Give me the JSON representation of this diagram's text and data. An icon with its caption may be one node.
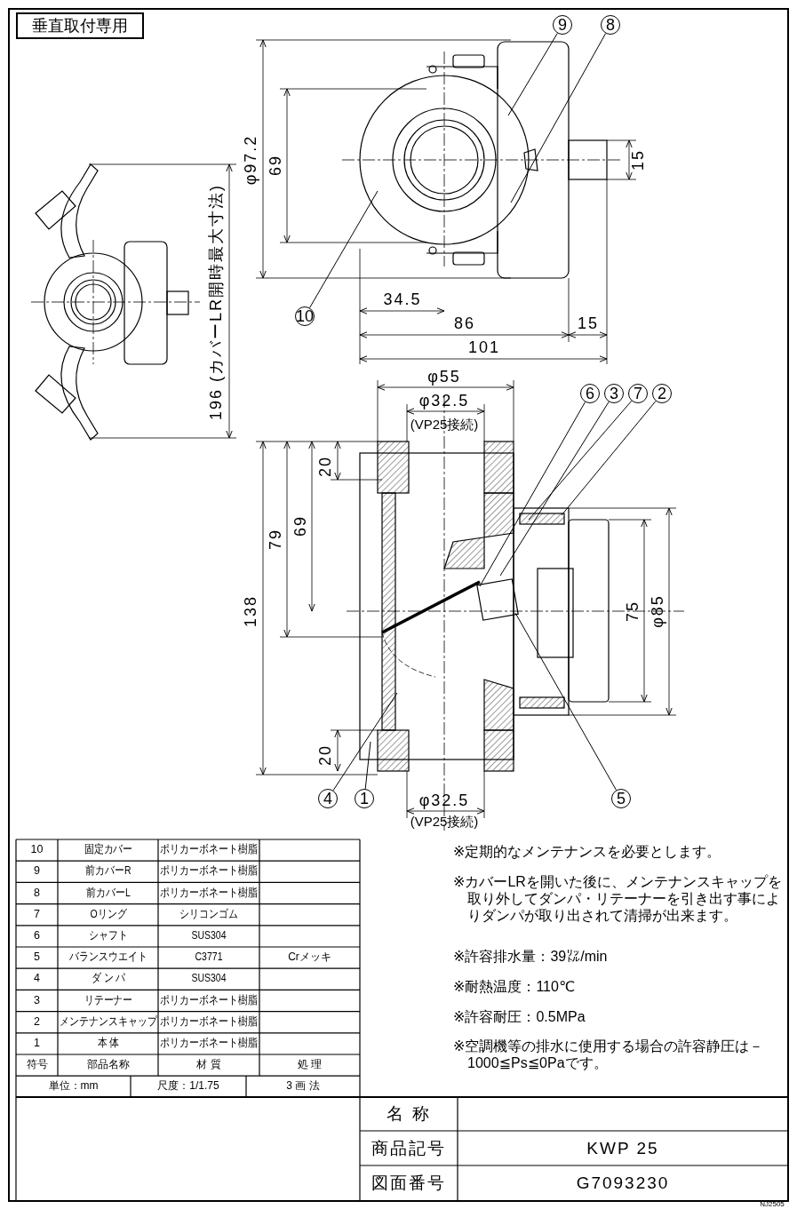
{
  "diagram": {
    "nodes": [
      {
        "text": [
          "垂直取付専用"
        ]
      },
      {
        "text": [
          "9"
        ]
      },
      {
        "text": [
          "8"
        ]
      },
      {
        "text": [
          "10"
        ]
      },
      {
        "text": [
          "6"
        ]
      },
      {
        "text": [
          "3"
        ]
      },
      {
        "text": [
          "7"
        ]
      },
      {
        "text": [
          "2"
        ]
      },
      {
        "text": [
          "4"
        ]
      },
      {
        "text": [
          "1"
        ]
      },
      {
        "text": [
          "5"
        ]
      }
    ],
    "edges": [
      {
        "from": 1,
        "to": null,
        "arrow": "none"
      },
      {
        "from": 2,
        "to": null,
        "arrow": "none"
      },
      {
        "from": 3,
        "to": null,
        "arrow": "none"
      },
      {
        "from": 4,
        "to": null,
        "arrow": "none"
      },
      {
        "from": 5,
        "to": null,
        "arrow": "none"
      },
      {
        "from": 6,
        "to": null,
        "arrow": "none"
      },
      {
        "from": 7,
        "to": null,
        "arrow": "none"
      },
      {
        "from": 8,
        "to": null,
        "arrow": "none"
      },
      {
        "from": 9,
        "to": null,
        "arrow": "none"
      },
      {
        "from": 10,
        "to": null,
        "arrow": "none"
      }
    ],
    "labels": [
      "φ97.2",
      "69",
      "15",
      "34.5",
      "86",
      "15",
      "101",
      "196 (カバーLR開時最大寸法)",
      "φ55",
      "φ32.5",
      "(VP25接続)",
      "20",
      "79",
      "69",
      "138",
      "75",
      "φ85",
      "20",
      "φ32.5",
      "(VP25接続)",
      "10",
      "固定カバー",
      "ポリカーボネート樹脂",
      "9",
      "前カバーR",
      "ポリカーボネート樹脂",
      "8",
      "前カバーL",
      "ポリカーボネート樹脂",
      "7",
      "Oリング",
      "シリコンゴム",
      "6",
      "シャフト",
      "SUS304",
      "5",
      "バランスウエイト",
      "C3771",
      "Crメッキ",
      "4",
      "ダ ン パ",
      "SUS304",
      "3",
      "リテーナー",
      "ポリカーボネート樹脂",
      "2",
      "メンテナンスキャップ",
      "ポリカーボネート樹脂",
      "1",
      "本 体",
      "ポリカーボネート樹脂",
      "符号",
      "部品名称",
      "材 質",
      "処 理",
      "単位：mm",
      "尺度：1/1.75",
      "3 画 法",
      "※定期的なメンテナンスを必要とします。",
      "※カバーLRを開いた後に、メンテナンスキャップを取り外してダンパ・リテーナーを引き出す事によりダンパが取り出されて清掃が出来ます。",
      "※許容排水量：39㍑/min",
      "※耐熱温度：110℃",
      "※許容耐圧：0.5MPa",
      "※空調機等の排水に使用する場合の許容静圧は－1000≦Ps≦0Paです。",
      "名 称",
      "商品記号",
      "KWP 25",
      "図面番号",
      "G7093230",
      "NJ2505"
    ]
  }
}
